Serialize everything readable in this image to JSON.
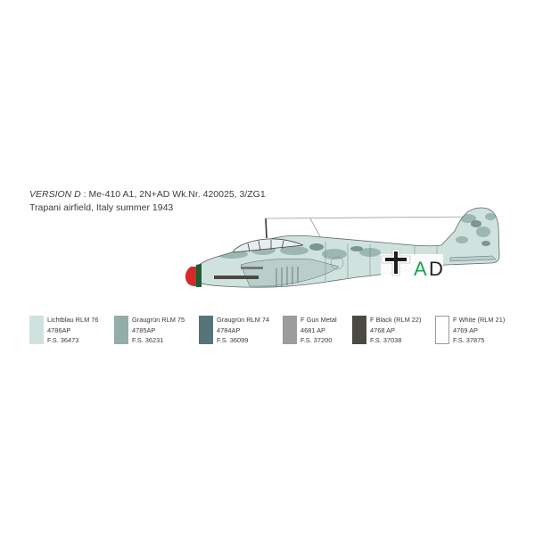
{
  "caption": {
    "version_label": "VERSION D",
    "separator": " : ",
    "aircraft_line": "Me-410 A1, 2N+AD Wk.Nr. 420025, 3/ZG1",
    "location_line": "Trapani airfield, Italy summer 1943"
  },
  "aircraft": {
    "type": "Me-410 A1",
    "side_code_letters": "A D",
    "code_letter_a": "A",
    "code_letter_d": "D",
    "colors": {
      "spinner_red": "#d42a2a",
      "spinner_green": "#1f5a33",
      "code_a_green": "#1aa34a",
      "code_d_black": "#222222",
      "cross_black": "#1e1e1e"
    }
  },
  "swatches": [
    {
      "name": "Lichtblau RLM 76",
      "code": "4786AP",
      "fs": "F.S. 36473",
      "color": "#cfe2de",
      "bordered": false
    },
    {
      "name": "Graugrün RLM 75",
      "code": "4785AP",
      "fs": "F.S. 36231",
      "color": "#93aea9",
      "bordered": false
    },
    {
      "name": "Graugrün RLM 74",
      "code": "4784AP",
      "fs": "F.S. 36099",
      "color": "#577478",
      "bordered": false
    },
    {
      "name": "F Gun Metal",
      "code": "4681 AP",
      "fs": "F.S. 37200",
      "color": "#9c9c9c",
      "bordered": false
    },
    {
      "name": "F Black (RLM 22)",
      "code": "4768 AP",
      "fs": "F.S. 37038",
      "color": "#4a4944",
      "bordered": false
    },
    {
      "name": "F White (RLM 21)",
      "code": "4769 AP",
      "fs": "F.S. 37875",
      "color": "#ffffff",
      "bordered": true
    }
  ]
}
